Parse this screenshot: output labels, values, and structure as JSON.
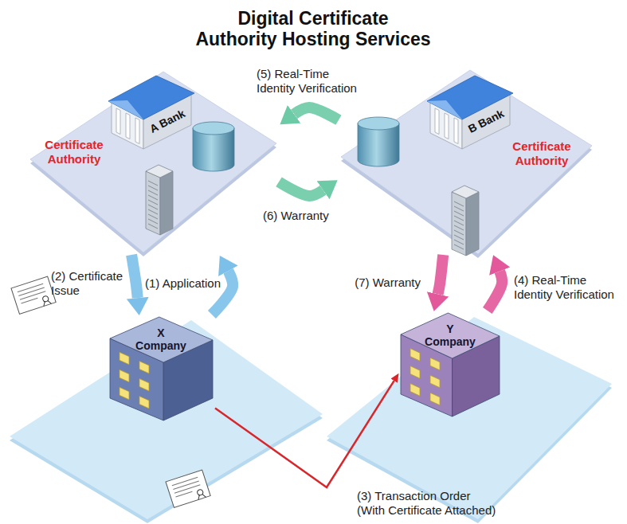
{
  "diagram": {
    "title": "Digital Certificate Authority Hosting Services",
    "nodes": [
      {
        "text": [
          "A Bank",
          "Certificate Authority"
        ]
      },
      {
        "text": [
          "B Bank",
          "Certificate Authority"
        ]
      },
      {
        "text": [
          "X Company"
        ]
      },
      {
        "text": [
          "Y Company"
        ]
      }
    ],
    "edges": [
      {
        "from": 2,
        "to": 0,
        "label": "(1) Application",
        "arrow": "to"
      },
      {
        "from": 0,
        "to": 2,
        "label": "(2) Certificate Issue",
        "arrow": "to"
      },
      {
        "from": 2,
        "to": 3,
        "label": "(3) Transaction Order (With Certificate Attached)",
        "arrow": "to"
      },
      {
        "from": 3,
        "to": 1,
        "label": "(4) Real-Time Identity Verification",
        "arrow": "to"
      },
      {
        "from": 1,
        "to": 0,
        "label": "(5) Real-Time Identity Verification",
        "arrow": "to"
      },
      {
        "from": 0,
        "to": 1,
        "label": "(6) Warranty",
        "arrow": "to"
      },
      {
        "from": 1,
        "to": 3,
        "label": "(7) Warranty",
        "arrow": "to"
      }
    ]
  }
}
